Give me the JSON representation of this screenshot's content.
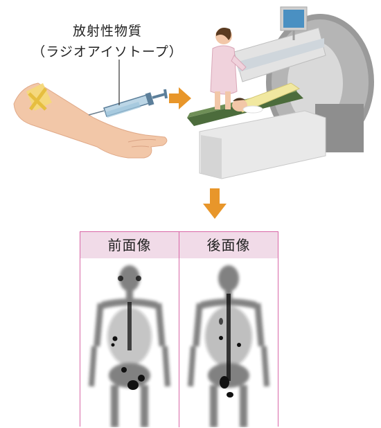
{
  "label": {
    "line1": "放射性物質",
    "line2": "（ラジオアイソトープ）"
  },
  "headers": {
    "front": "前面像",
    "back": "後面像"
  },
  "colors": {
    "arrow": "#e8962a",
    "frame": "#d866a6",
    "header_bg": "#f1dbe8"
  }
}
